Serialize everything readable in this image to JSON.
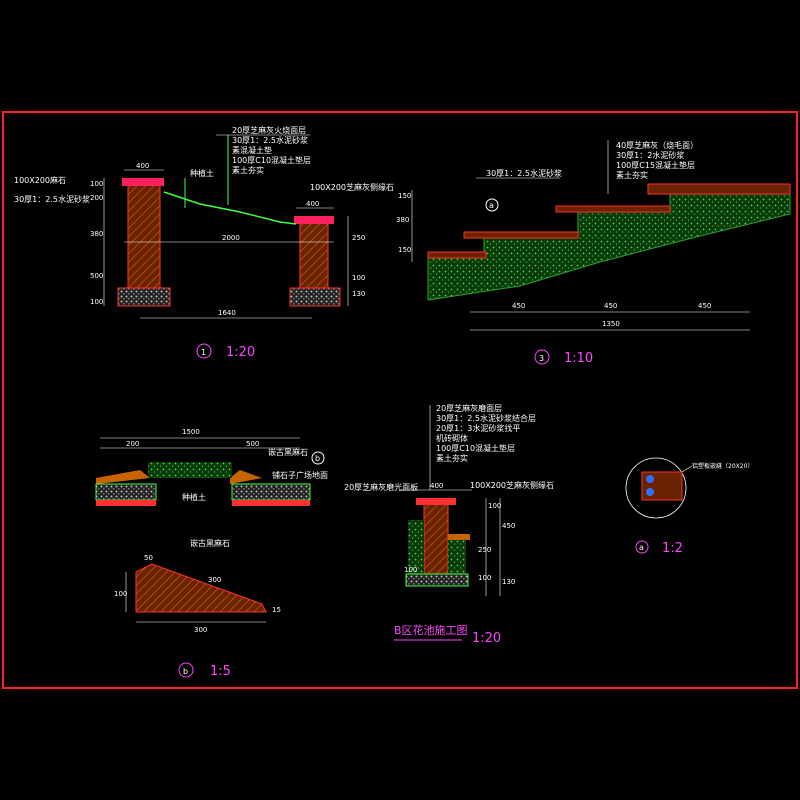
{
  "colors": {
    "background": "#000000",
    "frame": "#ff2020",
    "dimension": "#ffffff",
    "title": "#ff44ff",
    "soil": "#2aa12a",
    "concrete": "#c86400",
    "finish": "#ff3030",
    "leader": "#40ff40"
  },
  "detail1": {
    "scale_title": "1:20",
    "label_circle": "1",
    "notes": [
      "20厚芝麻灰火烧面层",
      "30厚1：2.5水泥砂浆",
      "素混凝土垫",
      "100厚C10混凝土垫层",
      "素土夯实"
    ],
    "left_labels": [
      "100X200麻石",
      "30厚1：2.5水泥砂浆"
    ],
    "right_label": "100X200芝麻灰侧缘石",
    "plant_label": "种植土",
    "dims": {
      "top_left": "400",
      "top_right": "400",
      "span": "2000",
      "bottom": "1640",
      "l1": "100",
      "l2": "200",
      "l3": "380",
      "l4": "500",
      "l5": "100",
      "r1": "250",
      "r2": "100",
      "r3": "130"
    }
  },
  "detail3": {
    "scale_title": "1:10",
    "label_circle": "3",
    "notes": [
      "40厚芝麻灰（烧毛面）",
      "30厚1：2水泥砂浆",
      "100厚C15混凝土垫层",
      "素土夯实"
    ],
    "left_note": "30厚1：2.5水泥砂浆",
    "marker_a": "a",
    "dims": {
      "h1": "150",
      "h2": "380",
      "h3": "150",
      "w1": "450",
      "w2": "450",
      "w3": "450",
      "total": "1350"
    }
  },
  "detail_mid": {
    "labels": [
      "嵌古黑麻石",
      "铺石子广场地面",
      "种植土"
    ],
    "dims": {
      "total": "1500",
      "left": "200",
      "right": "500"
    },
    "marker_b": "b"
  },
  "detail_b": {
    "scale_title": "1:5",
    "label_circle": "b",
    "label": "嵌古黑麻石",
    "dims": {
      "top": "50",
      "slope": "300",
      "height": "100",
      "bottom": "300",
      "edge": "15"
    }
  },
  "detail_main": {
    "title": "B区花池施工图",
    "scale_title": "1:20",
    "notes": [
      "20厚芝麻灰磨面层",
      "30厚1：2.5水泥砂浆结合层",
      "20厚1：3水泥砂浆找平",
      "机砖砌体",
      "100厚C10混凝土垫层",
      "素土夯实"
    ],
    "left_label": "20厚芝麻灰磨光面板",
    "right_label": "100X200芝麻灰侧缘石",
    "dims": {
      "top": "400",
      "r1": "100",
      "r2": "250",
      "r3": "450",
      "r4": "100",
      "r5": "130",
      "bottom": "100"
    }
  },
  "detail_a": {
    "scale_title": "1:2",
    "label_circle": "a",
    "label": "铝塑板嵌缝（20X20）"
  }
}
